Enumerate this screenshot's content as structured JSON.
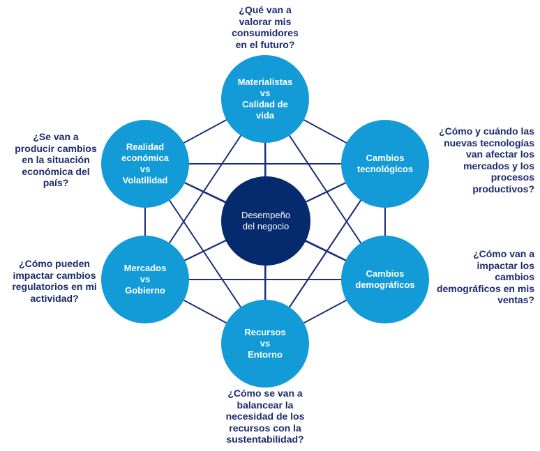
{
  "colors": {
    "outer_node": "#139bd8",
    "center_node": "#052a6e",
    "connector": "#1c2f7a",
    "question_text": "#1b2a6b"
  },
  "center": {
    "label": "Desempeño\ndel negocio"
  },
  "nodes": {
    "materialistas": {
      "label": "Materialistas\nvs\nCalidad de\nvida"
    },
    "tecnologicos": {
      "label": "Cambios\ntecnológicos"
    },
    "demograficos": {
      "label": "Cambios\ndemográficos"
    },
    "recursos": {
      "label": "Recursos\nvs\nEntorno"
    },
    "mercados": {
      "label": "Mercados\nvs\nGobierno"
    },
    "realidad": {
      "label": "Realidad\neconómica\nvs\nVolatilidad"
    }
  },
  "questions": {
    "top": "¿Qué van a\nvalorar mis\nconsumidores\nen el futuro?",
    "upper_right": "¿Cómo y  cuándo las\nnuevas tecnologías\nvan afectar los\nmercados y los\nprocesos\nproductivos?",
    "lower_right": "¿Cómo van a\nimpactar los\ncambios\ndemográficos en mis\nventas?",
    "bottom": "¿Cómo se van a\nbalancear la\nnecesidad de los\nrecursos con la\nsustentabilidad?",
    "lower_left": "¿Cómo pueden\nimpactar cambios\nregulatorios en mi\nactividad?",
    "upper_left": "¿Se van a\nproducir cambios\nen la situación\neconómica del\npaís?"
  }
}
